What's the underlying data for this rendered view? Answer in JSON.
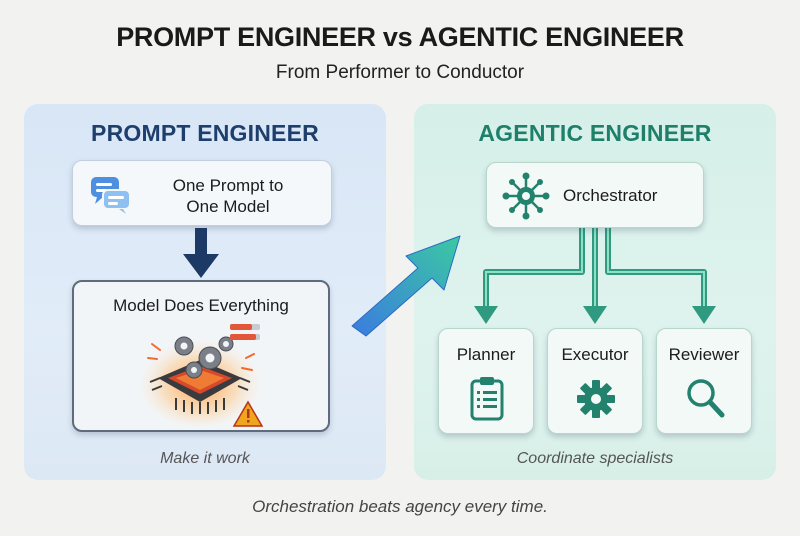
{
  "header": {
    "title": "PROMPT ENGINEER vs AGENTIC ENGINEER",
    "subtitle": "From Performer to Conductor"
  },
  "left_panel": {
    "heading": "PROMPT ENGINEER",
    "prompt_card": {
      "line1": "One Prompt to",
      "line2": "One Model",
      "icon": "chat-bubbles-icon"
    },
    "model_card": {
      "title": "Model Does Everything",
      "icon": "overloaded-chip-icon"
    },
    "footer": "Make it work",
    "colors": {
      "heading": "#1e3f6e",
      "arrow": "#1d3a66",
      "panel": "#dbe8f6"
    }
  },
  "right_panel": {
    "heading": "AGENTIC ENGINEER",
    "orchestrator": {
      "label": "Orchestrator",
      "icon": "network-hub-icon"
    },
    "specialists": [
      {
        "label": "Planner",
        "icon": "clipboard-icon"
      },
      {
        "label": "Executor",
        "icon": "gear-icon"
      },
      {
        "label": "Reviewer",
        "icon": "magnifier-icon"
      }
    ],
    "footer": "Coordinate specialists",
    "colors": {
      "heading": "#1e7f6a",
      "accent": "#23826e",
      "panel": "#daf0ea"
    }
  },
  "transition_arrow": {
    "icon": "gradient-arrow-icon",
    "from_color": "#3b7be0",
    "to_color": "#3bc9a2"
  },
  "tagline": "Orchestration beats agency every time."
}
